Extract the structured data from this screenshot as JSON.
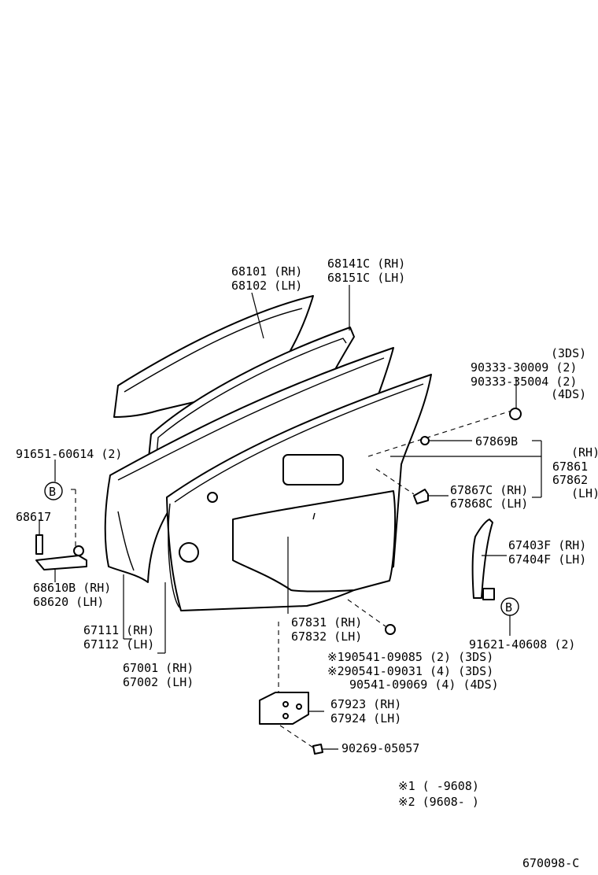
{
  "labels": {
    "glass": [
      "68101 (RH)",
      "68102 (LH)"
    ],
    "weatherstrip": [
      "68141C (RH)",
      "68151C (LH)"
    ],
    "screw_block": [
      "(3DS)",
      "90333-30009 (2)",
      "90333-35004 (2)",
      "(4DS)"
    ],
    "clip_b": "67869B",
    "rh": "(RH)",
    "lh": "(LH)",
    "brace_nums": [
      "67861",
      "67862"
    ],
    "clip_c": [
      "67867C (RH)",
      "67868C (LH)"
    ],
    "check_bolt": "91651-60614 (2)",
    "callout_b": "B",
    "part_68617": "68617",
    "check": [
      "68610B (RH)",
      "68620  (LH)"
    ],
    "channel": [
      "67403F (RH)",
      "67404F (LH)"
    ],
    "screw_b": "91621-40608 (2)",
    "panel": [
      "67831 (RH)",
      "67832 (LH)"
    ],
    "outer": [
      "67111 (RH)",
      "67112 (LH)"
    ],
    "door": [
      "67001 (RH)",
      "67002 (LH)"
    ],
    "clip_block": [
      "※190541-09085 (2) (3DS)",
      "※290541-09031 (4) (3DS)",
      "90541-09069 (4) (4DS)"
    ],
    "pocket": [
      "67923 (RH)",
      "67924 (LH)"
    ],
    "screw_pocket": "90269-05057",
    "footnotes": [
      "※1  (      -9608)",
      "※2  (9608-      )"
    ],
    "diagram_id": "670098-C"
  }
}
